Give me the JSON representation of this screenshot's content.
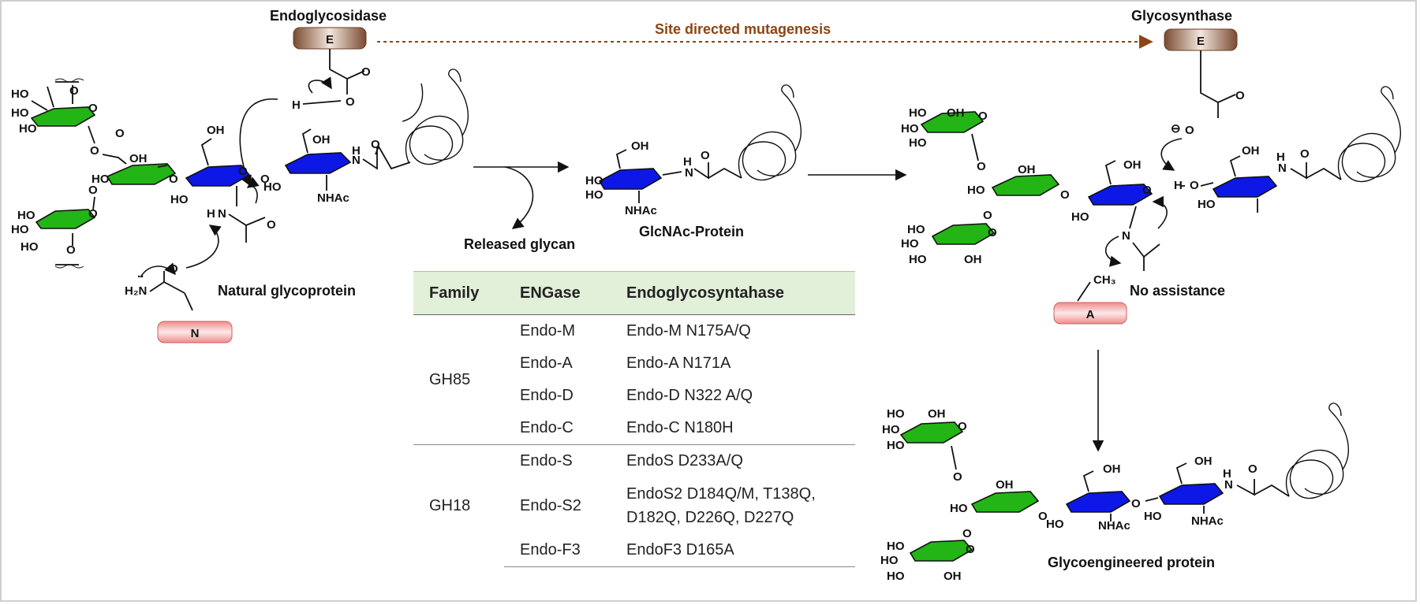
{
  "labels": {
    "endoglycosidase": "Endoglycosidase",
    "glycosynthase": "Glycosynthase",
    "site_directed": "Site directed mutagenesis",
    "natural_glycoprotein": "Natural glycoprotein",
    "released_glycan": "Released glycan",
    "glcnac_protein": "GlcNAc-Protein",
    "no_assistance": "No assistance",
    "glycoengineered": "Glycoengineered protein"
  },
  "residues": {
    "E": "E",
    "N": "N",
    "A": "A"
  },
  "atoms": {
    "HO": "HO",
    "OH": "OH",
    "O": "O",
    "H": "H",
    "N": "N",
    "NHAc": "NHAc",
    "H2N": "H₂N",
    "CH3": "CH₃",
    "minus": "⊖",
    "lone_pair": ".."
  },
  "colors": {
    "glucose_ring": "#22b515",
    "glcnac_ring": "#0d18e6",
    "mutagenesis_arrow": "#8b4513",
    "residue_brown": "#8b5a3c",
    "residue_pink": "#f4a0a0",
    "table_header_bg": "#e2efd9"
  },
  "table": {
    "headers": [
      "Family",
      "ENGase",
      "Endoglycosyntahase"
    ],
    "groups": [
      {
        "family": "GH85",
        "rows": [
          {
            "engase": "Endo-M",
            "mutant": "Endo-M N175A/Q"
          },
          {
            "engase": "Endo-A",
            "mutant": "Endo-A N171A"
          },
          {
            "engase": "Endo-D",
            "mutant": "Endo-D N322 A/Q"
          },
          {
            "engase": "Endo-C",
            "mutant": "Endo-C N180H"
          }
        ]
      },
      {
        "family": "GH18",
        "rows": [
          {
            "engase": "Endo-S",
            "mutant": "EndoS D233A/Q"
          },
          {
            "engase": "Endo-S2",
            "mutant": "EndoS2 D184Q/M, T138Q, D182Q, D226Q, D227Q"
          },
          {
            "engase": "Endo-F3",
            "mutant": "EndoF3 D165A"
          }
        ]
      }
    ]
  }
}
